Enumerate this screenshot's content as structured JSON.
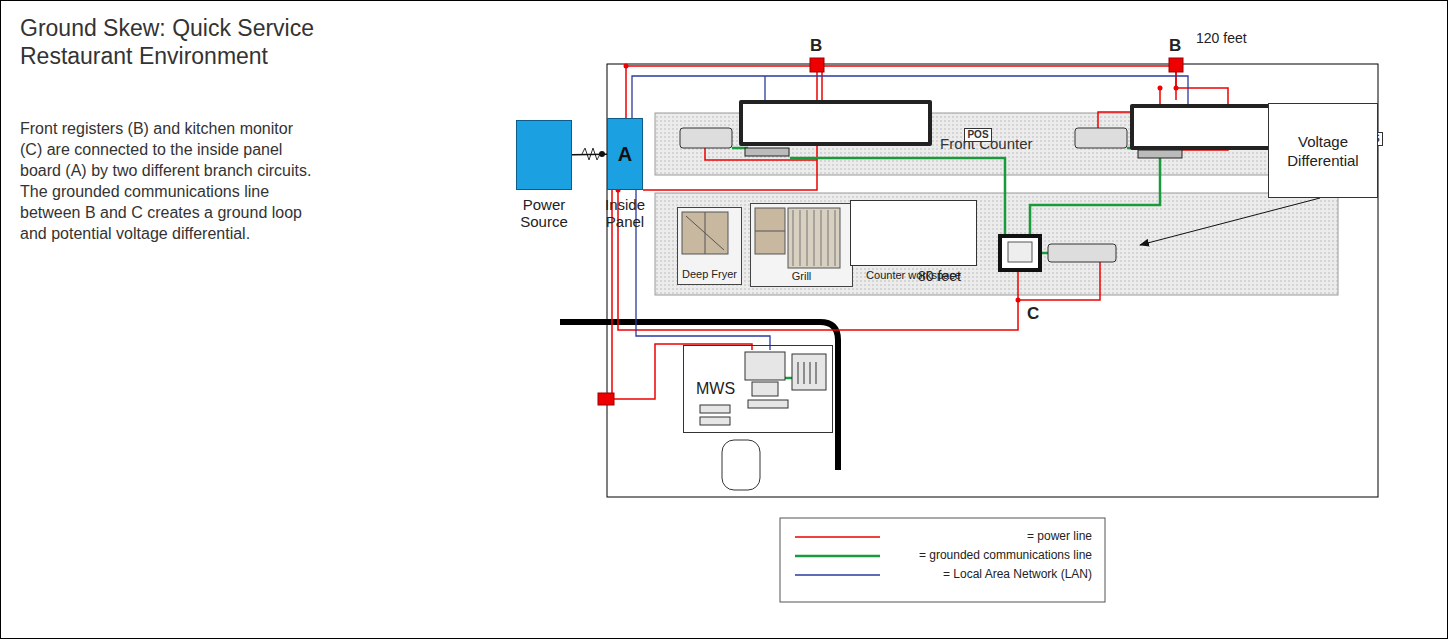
{
  "diagram": {
    "title": "Ground Skew: Quick Service Restaurant Environment",
    "caption": "Front registers (B) and kitchen monitor (C) are connected to the inside panel board (A) by two different branch circuits. The grounded communications line between B and C creates a ground loop and potential voltage differential.",
    "nodes": [
      {
        "text": [
          "Power Source"
        ]
      },
      {
        "text": [
          "A",
          "Inside Panel"
        ]
      },
      {
        "text": [
          "Front Counter"
        ]
      },
      {
        "text": [
          "POS"
        ],
        "in": 2
      },
      {
        "text": [
          "POS"
        ],
        "in": 2
      },
      {
        "text": [
          "Deep Fryer"
        ]
      },
      {
        "text": [
          "Grill"
        ]
      },
      {
        "text": [
          "Counter workspace"
        ]
      },
      {
        "text": [
          "MWS"
        ]
      },
      {
        "text": [
          "Voltage Differential"
        ]
      }
    ],
    "edges": [
      {
        "from": 0,
        "to": 1,
        "arrow": "none"
      },
      {
        "from": 9,
        "to": 4,
        "arrow": "to"
      }
    ],
    "labels": [
      "B",
      "B",
      "120 feet",
      "80 feet",
      "C"
    ],
    "legend": [
      {
        "text": "= power line"
      },
      {
        "text": "= grounded communications line"
      },
      {
        "text": "= Local Area Network (LAN)"
      }
    ]
  }
}
